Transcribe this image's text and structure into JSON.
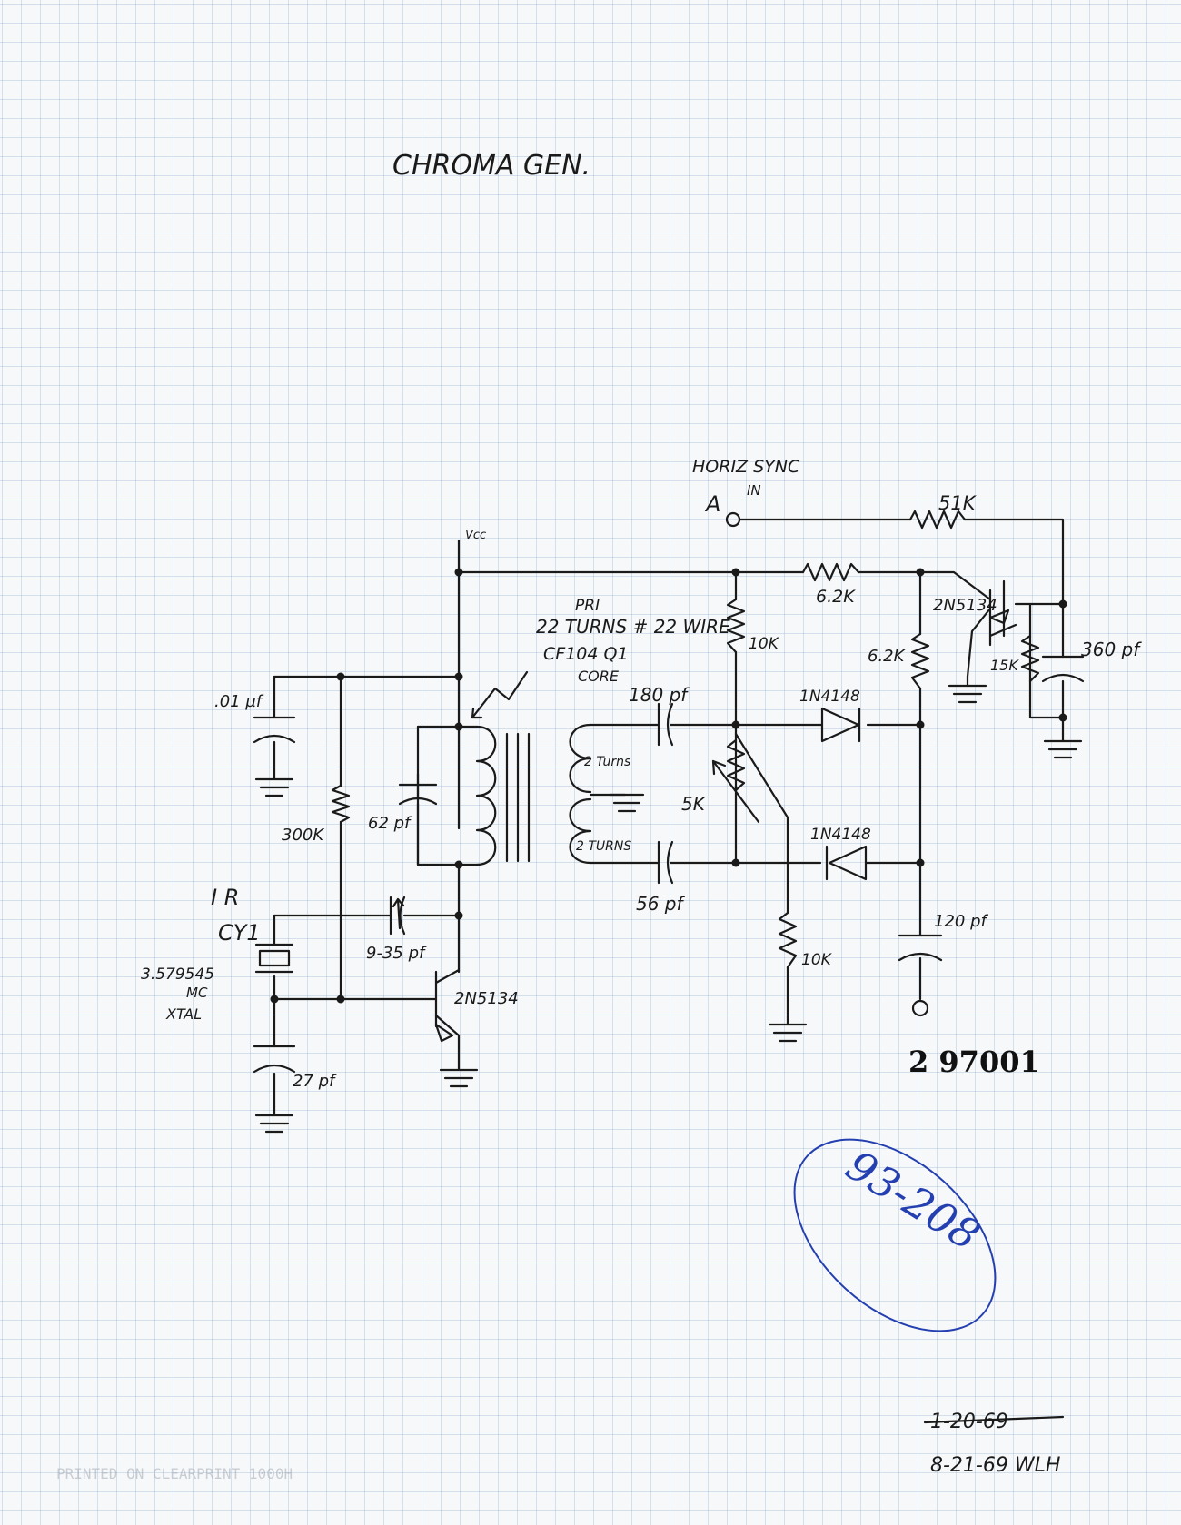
{
  "title": "CHROMA GEN.",
  "labels": {
    "horiz_sync": "HORIZ SYNC",
    "horiz_in": "IN",
    "node_a": "A",
    "vcc": "Vcc",
    "r51k": "51K",
    "r62k_top": "6.2K",
    "r62k_side": "6.2K",
    "q_top": "2N5134",
    "r15k": "15K",
    "c360": "360 pf",
    "pri": "PRI",
    "turns22": "22 TURNS # 22 WIRE",
    "core": "CF104  Q1",
    "core2": "CORE",
    "r10k_top": "10K",
    "c180": "180 pf",
    "d1": "1N4148",
    "d2": "1N4148",
    "c01": ".01 µf",
    "two_turns_a": "2 Turns",
    "two_turns_b": "2 TURNS",
    "pot5k": "5K",
    "r300k": "300K",
    "c62": "62 pf",
    "c56": "56 pf",
    "r10k_bot": "10K",
    "c120": "120 pf",
    "ir": "I R",
    "cy1": "CY1",
    "xtal_freq": "3.579545",
    "xtal_mc": "MC",
    "xtal": "XTAL",
    "c935": "9-35 pf",
    "q_bot": "2N5134",
    "c27": "27 pf",
    "stamp_number": "2 97001",
    "circle_note": "93-208",
    "date_struck": "1-20-69",
    "date_sig": "8-21-69  WLH",
    "footer": "PRINTED ON CLEARPRINT 1000H"
  },
  "colors": {
    "ink": "#1a1a1a",
    "blue_ink": "#2440b0",
    "grid": "#8fb4d8"
  }
}
